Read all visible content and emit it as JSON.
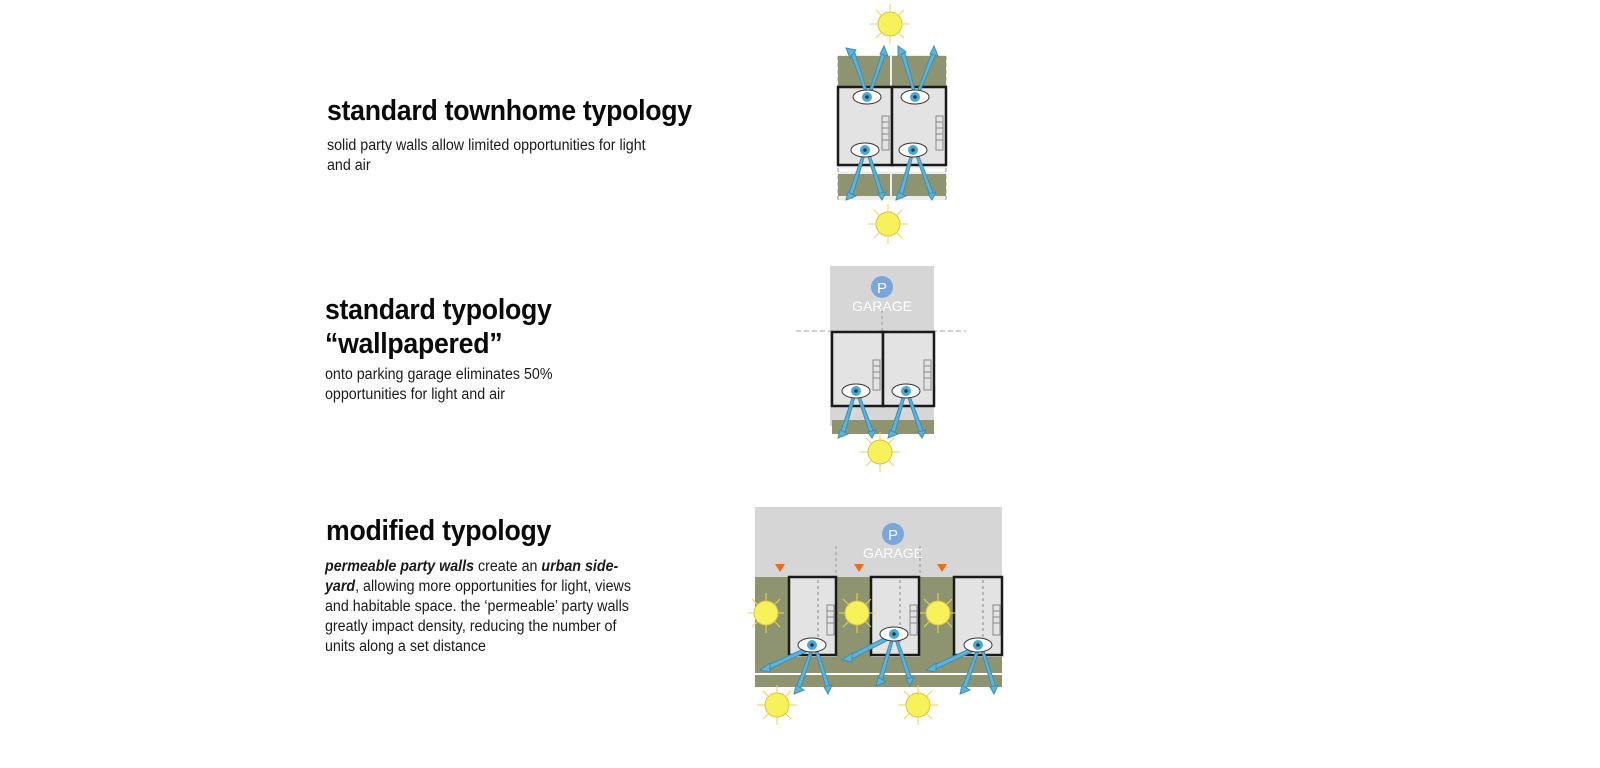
{
  "sections": [
    {
      "title": "standard townhome typology",
      "description": "solid party walls allow limited opportunities for light and air"
    },
    {
      "title_line1": "standard typology",
      "title_line2": "“wallpapered”",
      "description_line1": "onto parking garage eliminates 50%",
      "description_line2": "opportunities for light and air"
    },
    {
      "title": "modified typology",
      "desc_bold1": "permeable party walls",
      "desc_text1": " create an ",
      "desc_bold2": "urban side-yard",
      "desc_text2": ", allowing more opportunities for light, views and habitable space.  the ‘permeable’ party walls greatly impact density, reducing the number of units along a set distance"
    }
  ],
  "diagrams": {
    "garage_label": "GARAGE",
    "parking_symbol": "P",
    "icons": [
      "sun-icon",
      "eye-icon",
      "arrow-icon",
      "entry-marker-icon"
    ]
  },
  "colors": {
    "sun": "#f7f25a",
    "sun_ray": "#e6d45a",
    "view_arrow": "#5fb2d8",
    "eye_iris": "#4aa7cf",
    "unit_fill": "#e3e3e3",
    "unit_wall": "#1a1a1a",
    "vegetation": "#8e9470",
    "garage_fill": "#d6d6d6",
    "parking_badge": "#7aa6dc",
    "entry_marker": "#f06a1a"
  }
}
